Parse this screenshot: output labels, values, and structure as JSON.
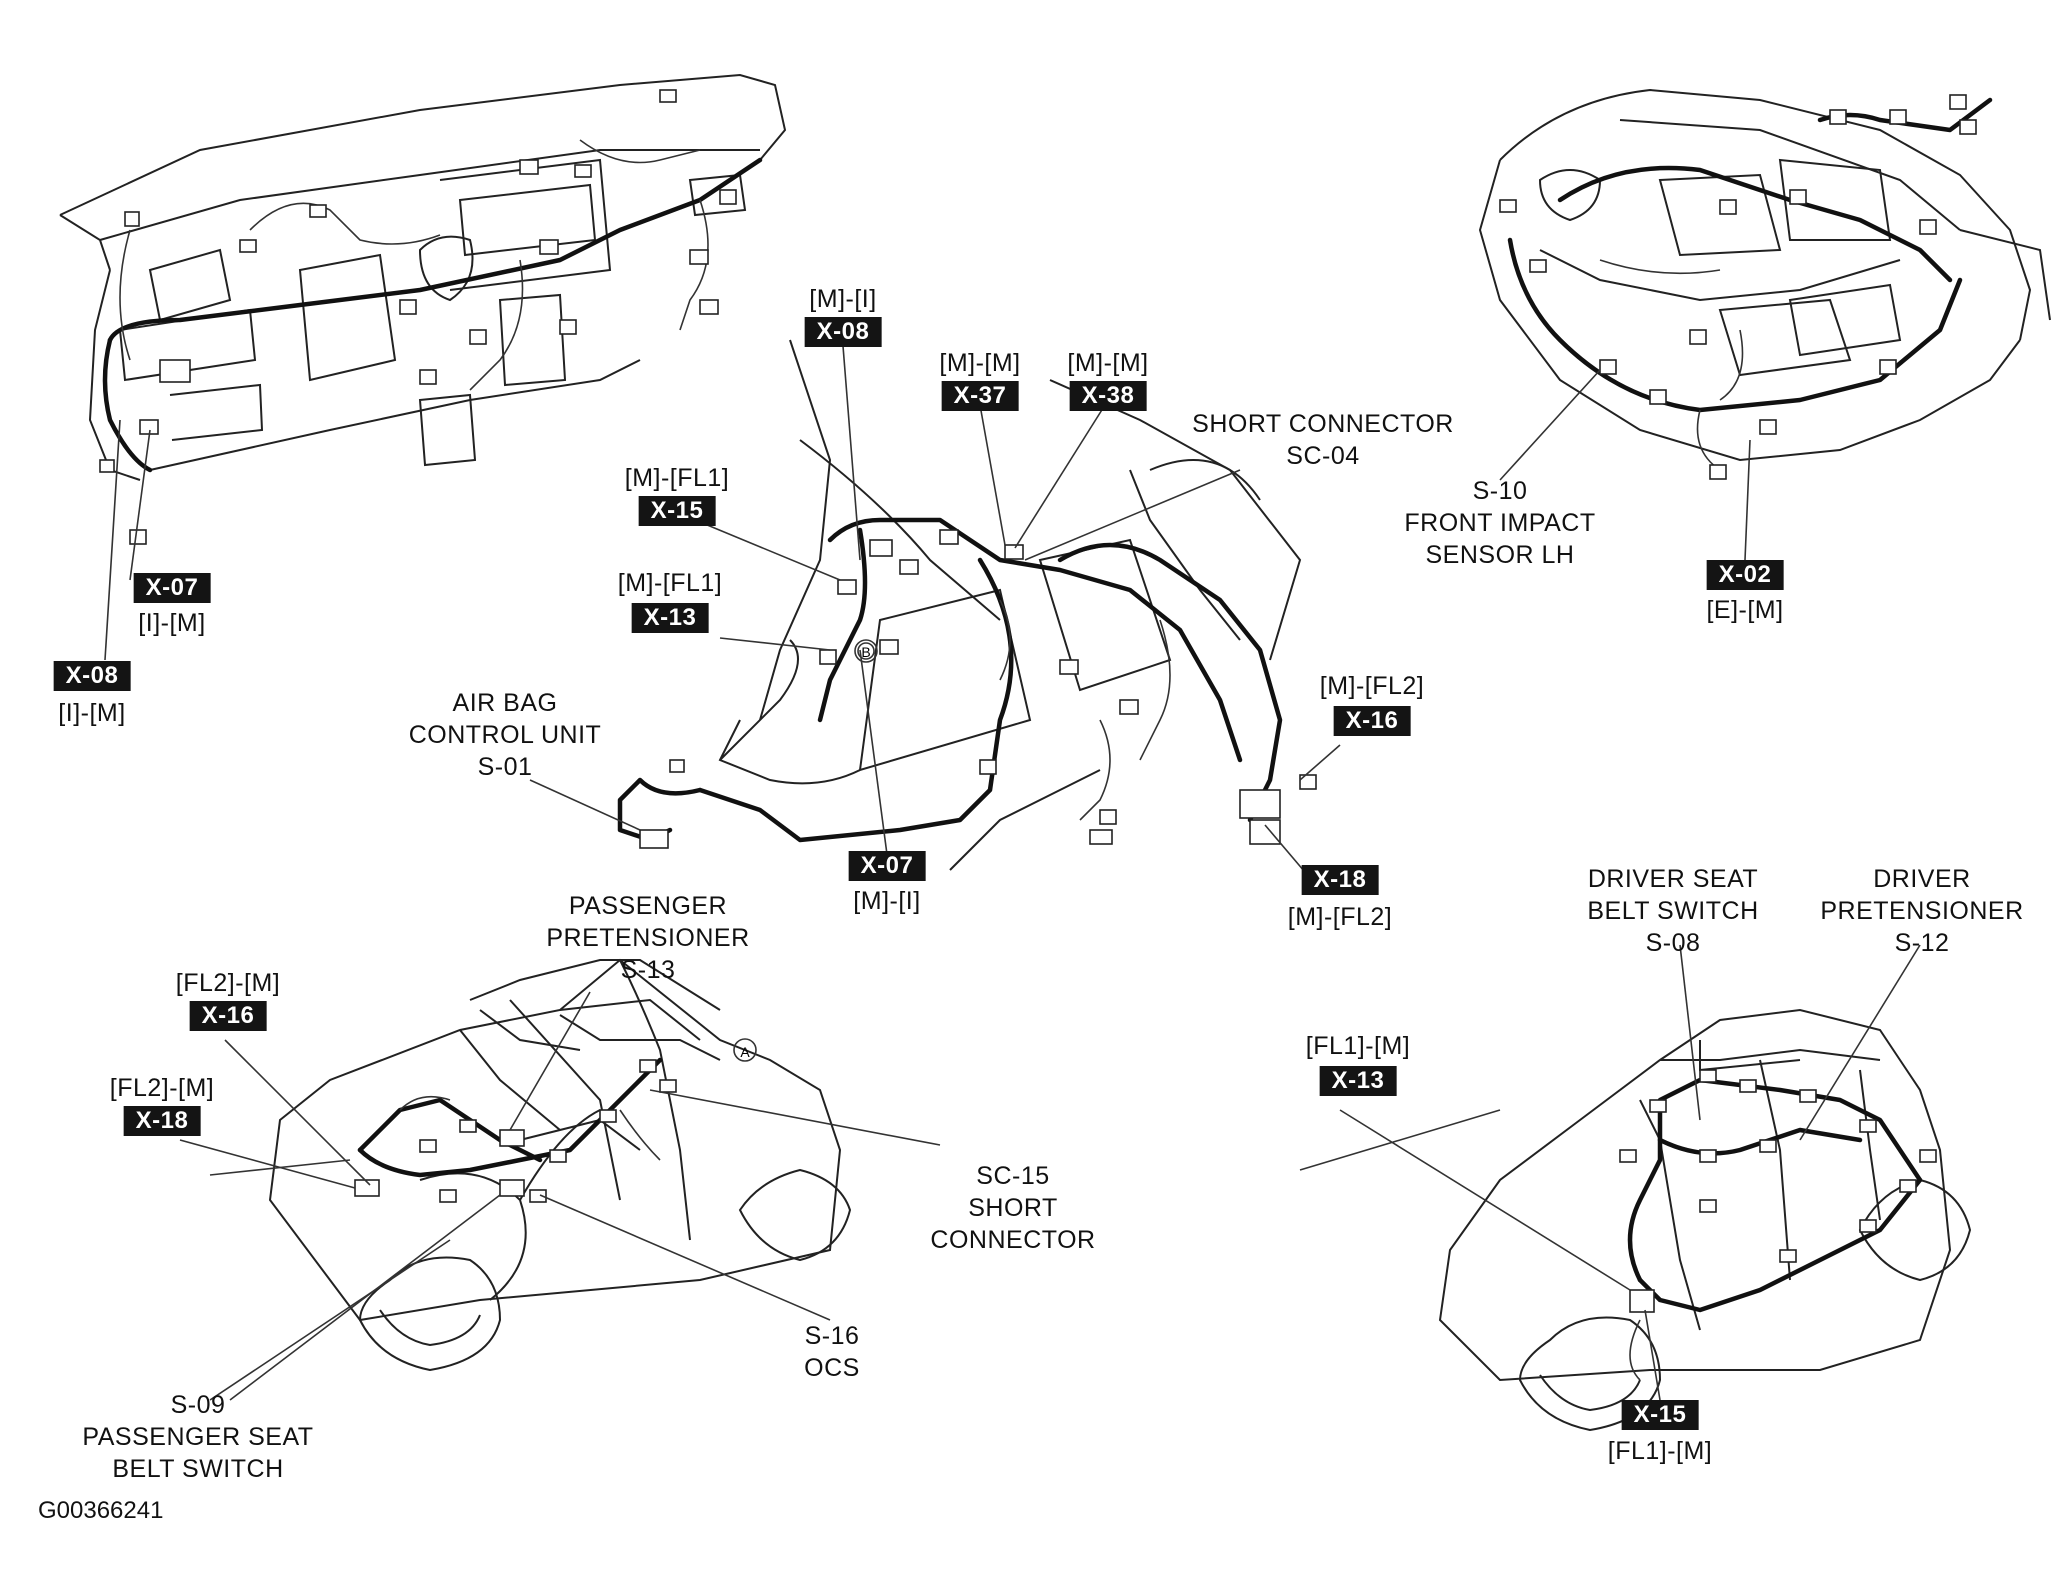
{
  "figure_id": "G00366241",
  "connectors": {
    "x08_top": {
      "tag": "X-08",
      "pins": "[M]-[I]"
    },
    "x37": {
      "tag": "X-37",
      "pins": "[M]-[M]"
    },
    "x38": {
      "tag": "X-38",
      "pins": "[M]-[M]"
    },
    "x15_center": {
      "tag": "X-15",
      "pins": "[M]-[FL1]"
    },
    "x13_center": {
      "tag": "X-13",
      "pins": "[M]-[FL1]"
    },
    "x07_left": {
      "tag": "X-07",
      "pins": "[I]-[M]"
    },
    "x08_left": {
      "tag": "X-08",
      "pins": "[I]-[M]"
    },
    "x07_center": {
      "tag": "X-07",
      "pins": "[M]-[I]"
    },
    "x16_center": {
      "tag": "X-16",
      "pins": "[M]-[FL2]"
    },
    "x18_center": {
      "tag": "X-18",
      "pins": "[M]-[FL2]"
    },
    "x02": {
      "tag": "X-02",
      "pins": "[E]-[M]"
    },
    "x16_bottom": {
      "tag": "X-16",
      "pins": "[FL2]-[M]"
    },
    "x18_bottom": {
      "tag": "X-18",
      "pins": "[FL2]-[M]"
    },
    "x13_bottom": {
      "tag": "X-13",
      "pins": "[FL1]-[M]"
    },
    "x15_bottom": {
      "tag": "X-15",
      "pins": "[FL1]-[M]"
    }
  },
  "components": {
    "short_connector_sc04": [
      "SHORT CONNECTOR",
      "SC-04"
    ],
    "front_impact_sensor": [
      "S-10",
      "FRONT IMPACT",
      "SENSOR LH"
    ],
    "air_bag_control_unit": [
      "AIR BAG",
      "CONTROL UNIT",
      "S-01"
    ],
    "passenger_pretensioner": [
      "PASSENGER",
      "PRETENSIONER",
      "S-13"
    ],
    "sc15_short_connector": [
      "SC-15",
      "SHORT",
      "CONNECTOR"
    ],
    "ocs": [
      "S-16",
      "OCS"
    ],
    "passenger_seat_belt_switch": [
      "S-09",
      "PASSENGER SEAT",
      "BELT SWITCH"
    ],
    "driver_seat_belt_switch": [
      "DRIVER SEAT",
      "BELT SWITCH",
      "S-08"
    ],
    "driver_pretensioner": [
      "DRIVER",
      "PRETENSIONER",
      "S-12"
    ]
  },
  "markers": {
    "a": "A",
    "b": "B"
  }
}
